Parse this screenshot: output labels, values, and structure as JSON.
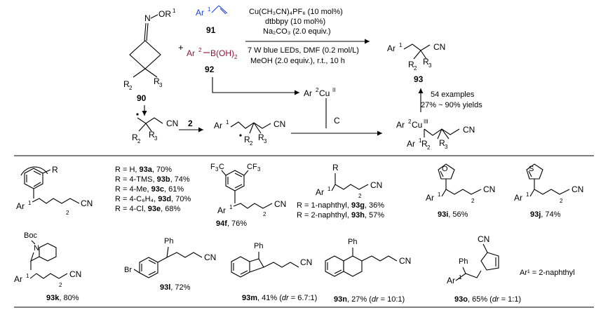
{
  "scheme": {
    "reactant_90_label": "90",
    "reactant_90_or": "N",
    "reactant_90_or_tail": "OR",
    "sup1": "1",
    "r2": "R",
    "r2_sub": "2",
    "r3": "R",
    "r3_sub": "3",
    "plus": "+",
    "compound_91_label": "91",
    "ar1": "Ar",
    "compound_92_label": "92",
    "ar2_boh2": "Ar",
    "b_oh2": "B(OH)",
    "cond_1": "Cu(CH₃CN)₄PF₆  (10  mol%)",
    "cond_2": "dtbbpy (10 mol%)",
    "cond_3": "Na₂CO₃ (2.0 equiv.)",
    "cond_4": "7 W blue LEDs, DMF (0.2 mol/L)",
    "cond_5": "MeOH (2.0 equiv.), r.t., 10 h",
    "product_93_label": "93",
    "product_cn": "CN",
    "ar2cu": "Ar",
    "cu_ii": "Cu",
    "sup_ii": "II",
    "sup_iii": "III",
    "scope_1": "54 examples",
    "scope_2": "27% ~ 90% yields",
    "reagent_2": "2",
    "step_c": "C"
  },
  "examples_row1": {
    "r_label": "R",
    "r_list": [
      {
        "r": "R = H, ",
        "code": "93a",
        "yield": ", 70%"
      },
      {
        "r": "R = 4-TMS, ",
        "code": "93b",
        "yield": ", 74%"
      },
      {
        "r": "R = 4-Me, ",
        "code": "93c",
        "yield": ", 61%"
      },
      {
        "r": "R = 4-C₆H₄, ",
        "code": "93d",
        "yield": ", 70%"
      },
      {
        "r": "R = 4-Cl, ",
        "code": "93e",
        "yield": ", 68%"
      }
    ],
    "cf3": "CF",
    "f3sub": "3",
    "f3c": "F",
    "f3c_sub": "3",
    "f3c_c": "C",
    "c94f_code": "94f",
    "c94f_yield": ", 76%",
    "naph_list": [
      {
        "r": "R = 1-naphthyl, ",
        "code": "93g",
        "yield": ", 36%"
      },
      {
        "r": "R = 2-naphthyl, ",
        "code": "93h",
        "yield": ", 57%"
      }
    ],
    "c93i_code": "93i",
    "c93i_yield": ", 56%",
    "c93j_code": "93j",
    "c93j_yield": ", 74%",
    "o_atom": "O",
    "s_atom": "S",
    "two": "2"
  },
  "examples_row2": {
    "boc": "Boc",
    "n_atom": "N",
    "c93k_code": "93k",
    "c93k_yield": ", 80%",
    "br": "Br",
    "ph": "Ph",
    "c93l_code": "93l",
    "c93l_yield": ", 72%",
    "c93m_code": "93m",
    "c93m_yield": ", 41% (",
    "dr": "dr",
    "c93m_dr": " = 6.7:1)",
    "c93n_code": "93n",
    "c93n_yield": ", 27% (",
    "c93n_dr": " = 10:1)",
    "c93o_code": "93o",
    "c93o_yield": ", 65% (",
    "c93o_dr": " = 1:1)",
    "ar1_def": "Ar¹ = 2-naphthyl"
  }
}
